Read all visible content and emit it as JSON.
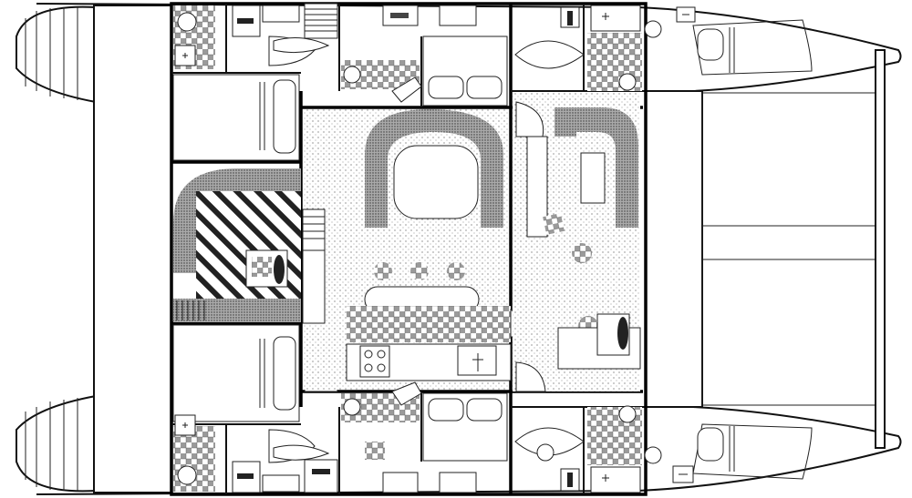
{
  "drawing": {
    "kind": "catamaran-deck-plan",
    "line_color": "#111111",
    "background": "#ffffff",
    "fill_patterns": [
      "stipple",
      "checker-tile",
      "diagonal-hatch",
      "dense-dots"
    ],
    "icons": [
      "toilet-icon",
      "sink-icon",
      "bed-icon",
      "stove-icon",
      "chair-icon",
      "table-icon",
      "helm-wheel-icon",
      "stairs-icon",
      "settee-icon"
    ]
  }
}
